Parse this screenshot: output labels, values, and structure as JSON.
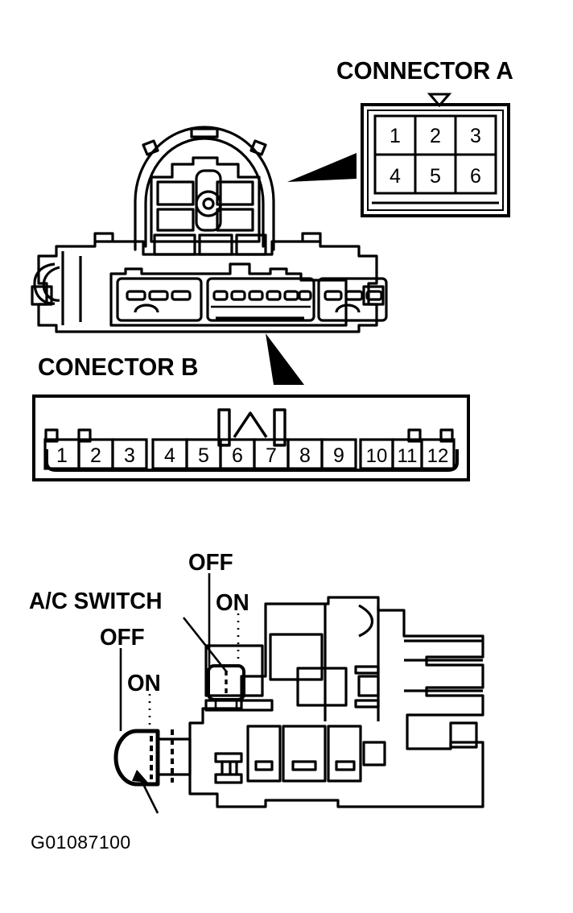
{
  "figure": {
    "code": "G01087100",
    "description": "A/C switch and connector pin layout diagram"
  },
  "connector_a": {
    "title": "CONNECTOR A",
    "rows": 2,
    "cols": 3,
    "pins": [
      {
        "id": "1",
        "row": 0,
        "col": 0
      },
      {
        "id": "2",
        "row": 0,
        "col": 1
      },
      {
        "id": "3",
        "row": 0,
        "col": 2
      },
      {
        "id": "4",
        "row": 1,
        "col": 0
      },
      {
        "id": "5",
        "row": 1,
        "col": 1
      },
      {
        "id": "6",
        "row": 1,
        "col": 2
      }
    ],
    "has_top_notch": true,
    "pointer": "wedge-left"
  },
  "connector_b": {
    "title": "CONECTOR B",
    "rows": 1,
    "cols": 12,
    "pins": [
      {
        "id": "1"
      },
      {
        "id": "2"
      },
      {
        "id": "3"
      },
      {
        "id": "4"
      },
      {
        "id": "5"
      },
      {
        "id": "6"
      },
      {
        "id": "7"
      },
      {
        "id": "8"
      },
      {
        "id": "9"
      },
      {
        "id": "10"
      },
      {
        "id": "11"
      },
      {
        "id": "12"
      }
    ],
    "has_center_latch": true,
    "pointer": "wedge-up-left"
  },
  "assembly": {
    "name": "heater control connector assembly",
    "lower_blocks": [
      {
        "name": "left-connector-block",
        "slots": 3
      },
      {
        "name": "center-connector-block",
        "slots": 6
      },
      {
        "name": "right-connector-block",
        "slots": 3
      }
    ]
  },
  "ac_switch": {
    "label": "A/C SWITCH",
    "positions": [
      {
        "label": "OFF",
        "name": "upper-off",
        "line": "solid"
      },
      {
        "label": "ON",
        "name": "upper-on",
        "line": "dashed"
      },
      {
        "label": "OFF",
        "name": "lower-off",
        "line": "solid"
      },
      {
        "label": "ON",
        "name": "lower-on",
        "line": "dashed"
      }
    ]
  },
  "colors": {
    "ink": "#000000",
    "paper": "#ffffff"
  }
}
